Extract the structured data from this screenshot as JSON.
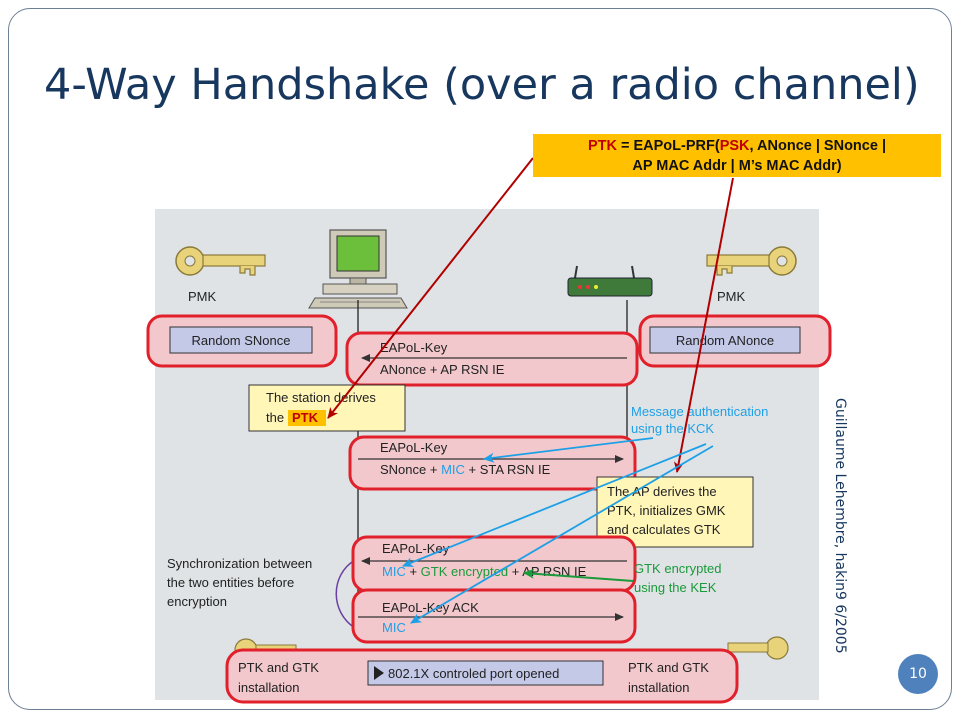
{
  "slide": {
    "title": "4-Way Handshake (over a radio channel)",
    "page_number": "10",
    "credit": "Guillaume Lehembre, hakin9 6/2005"
  },
  "callout": {
    "line1_a": "PTK",
    "line1_b": " = EAPoL-PRF(",
    "line1_c": "PSK",
    "line1_d": ", ANonce | SNonce |",
    "line2": "AP MAC Addr | M’s MAC Addr)"
  },
  "diagram": {
    "pmk_left": "PMK",
    "pmk_right": "PMK",
    "snonce_box": "Random SNonce",
    "anonce_box": "Random ANonce",
    "msg1_title": "EAPoL-Key",
    "msg1_body": "ANonce + AP RSN IE",
    "station_derives_1": "The station derives",
    "station_derives_2": "the",
    "station_ptk": "PTK",
    "mac_note_1": "Message authentication",
    "mac_note_2": "using the KCK",
    "msg2_title": "EAPoL-Key",
    "msg2_body_a": "SNonce + ",
    "msg2_body_mic": "MIC",
    "msg2_body_b": " + STA RSN IE",
    "ap_derives_1": "The AP derives the",
    "ap_derives_2": "PTK, initializes GMK",
    "ap_derives_3": "and calculates GTK",
    "sync_1": "Synchronization between",
    "sync_2": "the two entities before",
    "sync_3": "encryption",
    "msg3_title": "EAPoL-Key",
    "msg3_body_mic": "MIC",
    "msg3_body_plus": " + ",
    "msg3_body_gtk": "GTK encrypted",
    "msg3_body_b": " + AP RSN IE",
    "gtk_note_1": "GTK encrypted",
    "gtk_note_2": "using the KEK",
    "msg4_title": "EAPoL-Key ACK",
    "msg4_mic": "MIC",
    "install_left_1": "PTK and GTK",
    "install_left_2": "installation",
    "port_opened": "802.1X controled port opened",
    "install_right_1": "PTK and GTK",
    "install_right_2": "installation"
  },
  "colors": {
    "title": "#17375e",
    "callout_bg": "#ffc000",
    "highlight_red": "#e0202a",
    "arrow_darkred": "#b00000",
    "arrow_blue": "#1ea0e6",
    "arrow_green": "#1a9a3a",
    "panel_bg": "#dfe3e6",
    "page_badge": "#4f81bd"
  }
}
